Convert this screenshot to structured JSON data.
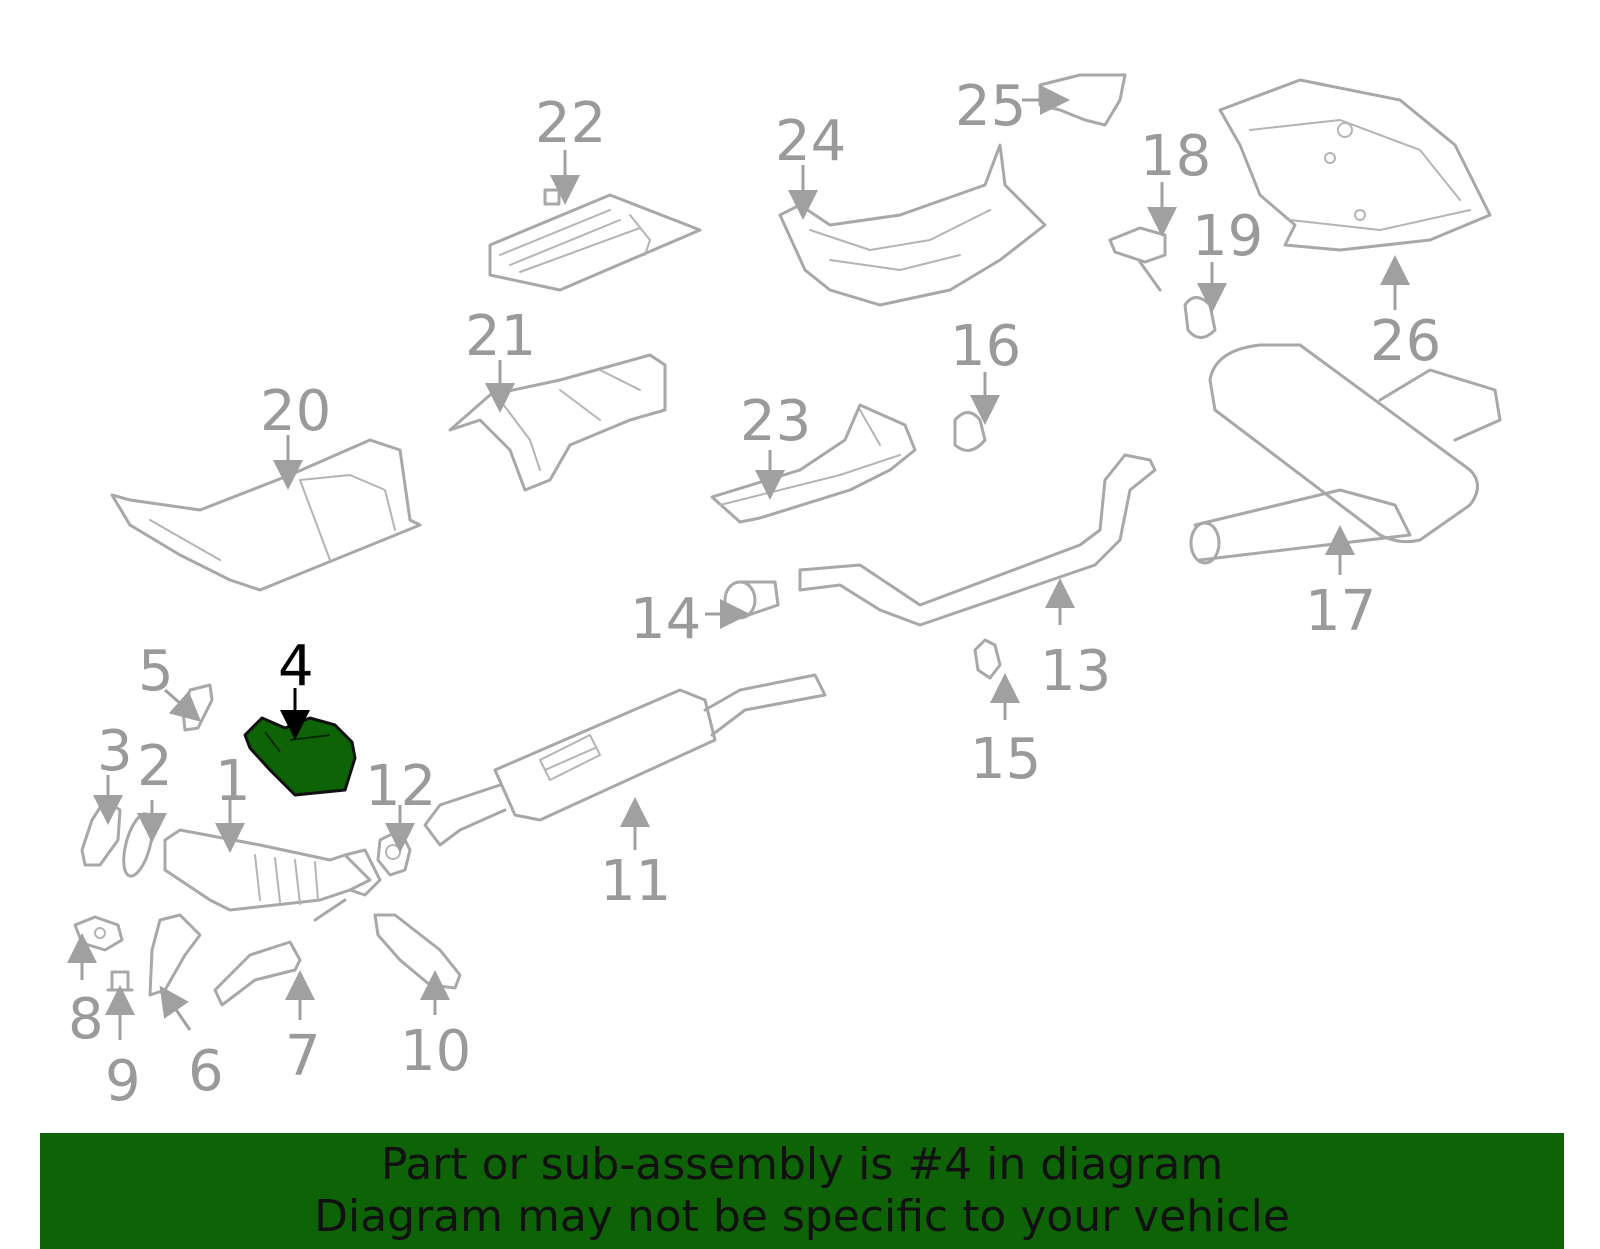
{
  "highlight_color": "#0e6307",
  "part_color": "#a8a8a8",
  "highlighted_part": "4",
  "callouts": [
    "1",
    "2",
    "3",
    "4",
    "5",
    "6",
    "7",
    "8",
    "9",
    "10",
    "11",
    "12",
    "13",
    "14",
    "15",
    "16",
    "17",
    "18",
    "19",
    "20",
    "21",
    "22",
    "23",
    "24",
    "25",
    "26"
  ],
  "banner": {
    "line1": "Part or sub-assembly is #4 in diagram",
    "line2": "Diagram may not be specific to your vehicle"
  }
}
